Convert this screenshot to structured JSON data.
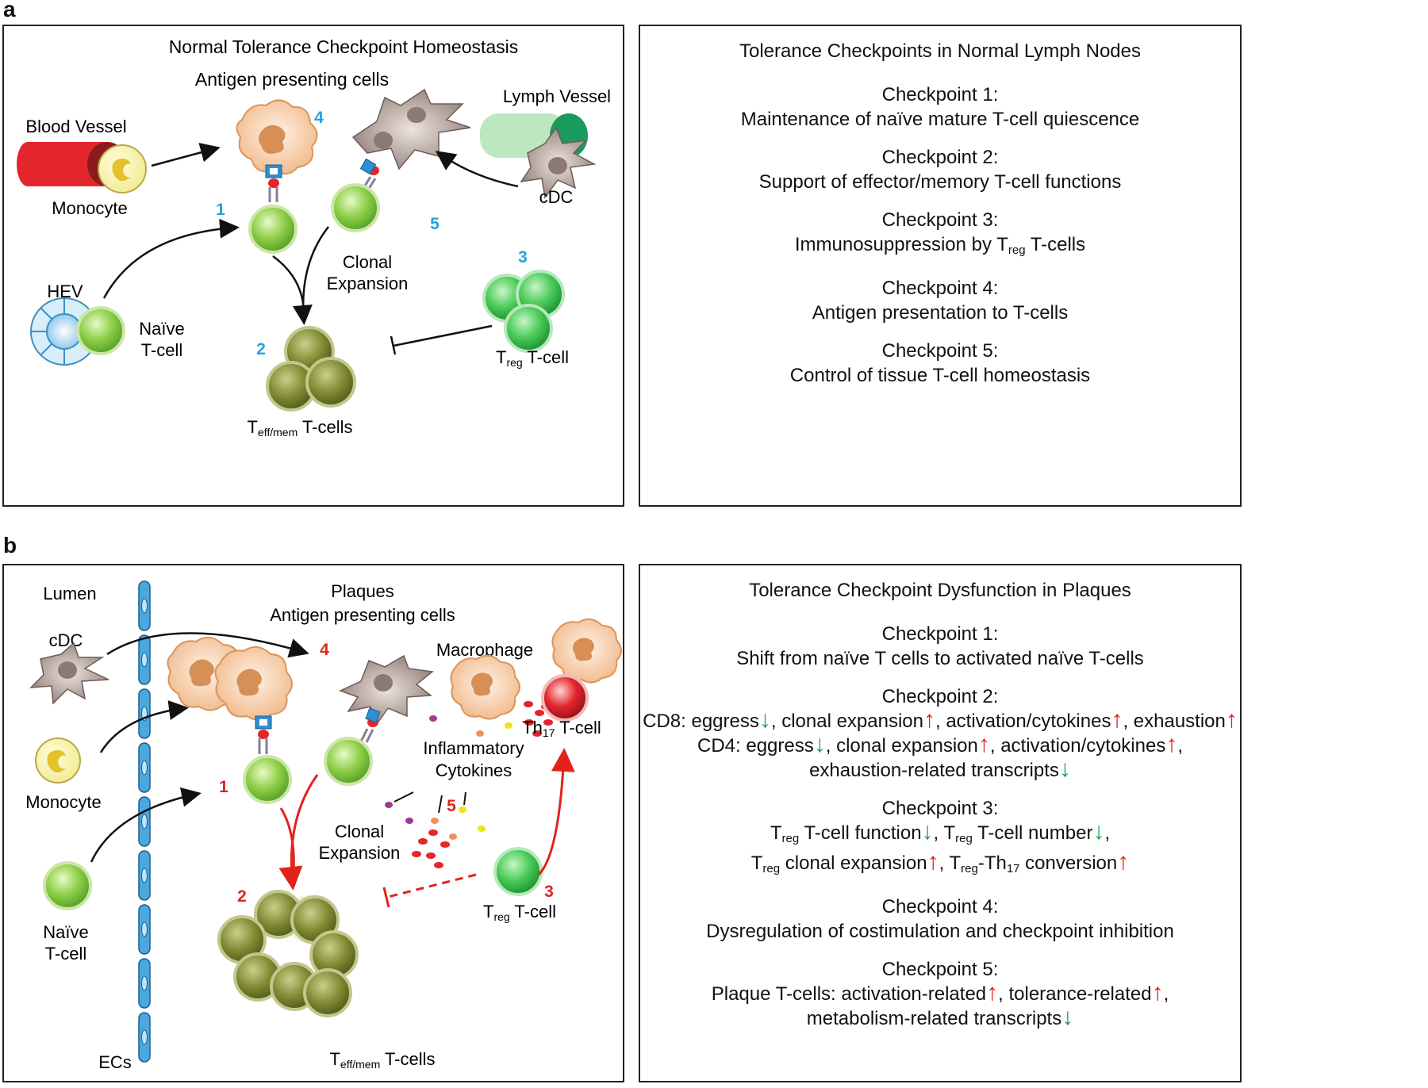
{
  "panel_a": {
    "letter": "a",
    "diagram": {
      "title": "Normal Tolerance Checkpoint Homeostasis",
      "apc_label": "Antigen presenting cells",
      "blood_vessel": "Blood Vessel",
      "monocyte": "Monocyte",
      "lymph_vessel": "Lymph Vessel",
      "cdc": "cDC",
      "clonal_1": "Clonal",
      "clonal_2": "Expansion",
      "hev": "HEV",
      "naive_1": "Naïve",
      "naive_2": "T-cell",
      "treg_main": "T",
      "treg_sub": "reg",
      "treg_rest": " T-cell",
      "teff_main": "T",
      "teff_sub": "eff/mem",
      "teff_rest": " T-cells",
      "n1": "1",
      "n2": "2",
      "n3": "3",
      "n4": "4",
      "n5": "5"
    },
    "checkpoints_title": "Tolerance Checkpoints in Normal Lymph Nodes",
    "checkpoints": [
      {
        "heading": "Checkpoint 1:",
        "text": "Maintenance of naïve mature T-cell quiescence"
      },
      {
        "heading": "Checkpoint 2:",
        "text": "Support of effector/memory T-cell functions"
      },
      {
        "heading": "Checkpoint 3:",
        "text_pre": "Immunosuppression by T",
        "text_sub": "reg",
        "text_post": " T-cells"
      },
      {
        "heading": "Checkpoint 4:",
        "text": "Antigen presentation to T-cells"
      },
      {
        "heading": "Checkpoint 5:",
        "text": "Control of tissue T-cell homeostasis"
      }
    ]
  },
  "panel_b": {
    "letter": "b",
    "diagram": {
      "lumen": "Lumen",
      "plaques": "Plaques",
      "apc_label": "Antigen presenting cells",
      "cdc": "cDC",
      "macrophage": "Macrophage",
      "monocyte": "Monocyte",
      "inflam_1": "Inflammatory",
      "inflam_2": "Cytokines",
      "th17_main": "Th",
      "th17_sub": "17",
      "th17_rest": " T-cell",
      "clonal_1": "Clonal",
      "clonal_2": "Expansion",
      "naive_1": "Naïve",
      "naive_2": "T-cell",
      "ecs": "ECs",
      "treg_main": "T",
      "treg_sub": "reg",
      "treg_rest": " T-cell",
      "teff_main": "T",
      "teff_sub": "eff/mem",
      "teff_rest": " T-cells",
      "n1": "1",
      "n2": "2",
      "n3": "3",
      "n4": "4",
      "n5": "5"
    },
    "checkpoints_title": "Tolerance Checkpoint Dysfunction in Plaques",
    "cp1_heading": "Checkpoint 1:",
    "cp1_text": "Shift from naïve T cells to activated naïve T-cells",
    "cp2_heading": "Checkpoint 2:",
    "cp2_cd8": {
      "a": "CD8: eggress",
      "b": ", clonal expansion",
      "c": ", activation/cytokines",
      "d": ", exhaustion"
    },
    "cp2_cd4": {
      "a": "CD4: eggress",
      "b": ", clonal expansion",
      "c": ", activation/cytokines",
      "d": ","
    },
    "cp2_cd4_line3": "exhaustion-related transcripts",
    "cp3_heading": "Checkpoint 3:",
    "cp3_l1": {
      "t1": "T",
      "s1": "reg",
      "a": " T-cell function",
      "b": ", ",
      "t2": "T",
      "s2": "reg",
      "c": " T-cell number",
      "d": ","
    },
    "cp3_l2": {
      "t1": "T",
      "s1": "reg",
      "a": " clonal expansion",
      "b": ", ",
      "t2": "T",
      "s2": "reg",
      "c": "-Th",
      "s3": "17",
      "d": " conversion"
    },
    "cp4_heading": "Checkpoint 4:",
    "cp4_text": "Dysregulation of costimulation and checkpoint inhibition",
    "cp5_heading": "Checkpoint 5:",
    "cp5_l1": {
      "a": "Plaque T-cells: activation-related",
      "b": ", tolerance-related",
      "c": ","
    },
    "cp5_l2": "metabolism-related transcripts"
  },
  "colors": {
    "number_blue": "#1ea5e0",
    "number_red": "#e2231a",
    "arrow_up": "#e2231a",
    "arrow_down": "#16a34a",
    "tcell_green": "#7cc63b",
    "teff_olive": "#7a8a2e",
    "blood_red": "#e3262e",
    "lymph_green": "#1b9a5e"
  }
}
